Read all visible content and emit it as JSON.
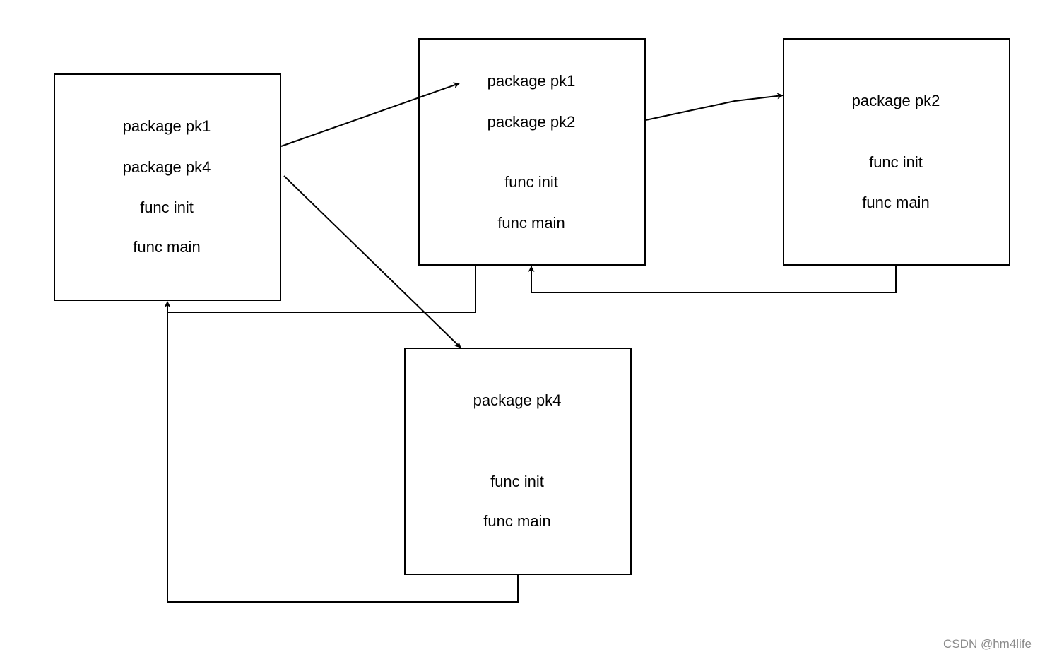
{
  "boxes": {
    "main": {
      "lines": [
        "package pk1",
        "package pk4",
        "func init",
        "func main"
      ]
    },
    "pk1": {
      "lines": [
        "package pk1",
        "package pk2",
        "func init",
        "func main"
      ]
    },
    "pk2": {
      "lines": [
        "package pk2",
        "func init",
        "func main"
      ]
    },
    "pk4": {
      "lines": [
        "package pk4",
        "func init",
        "func main"
      ]
    }
  },
  "watermark": "CSDN @hm4life",
  "colors": {
    "stroke": "#000000",
    "background": "#ffffff",
    "watermark": "#8a8a8a"
  }
}
